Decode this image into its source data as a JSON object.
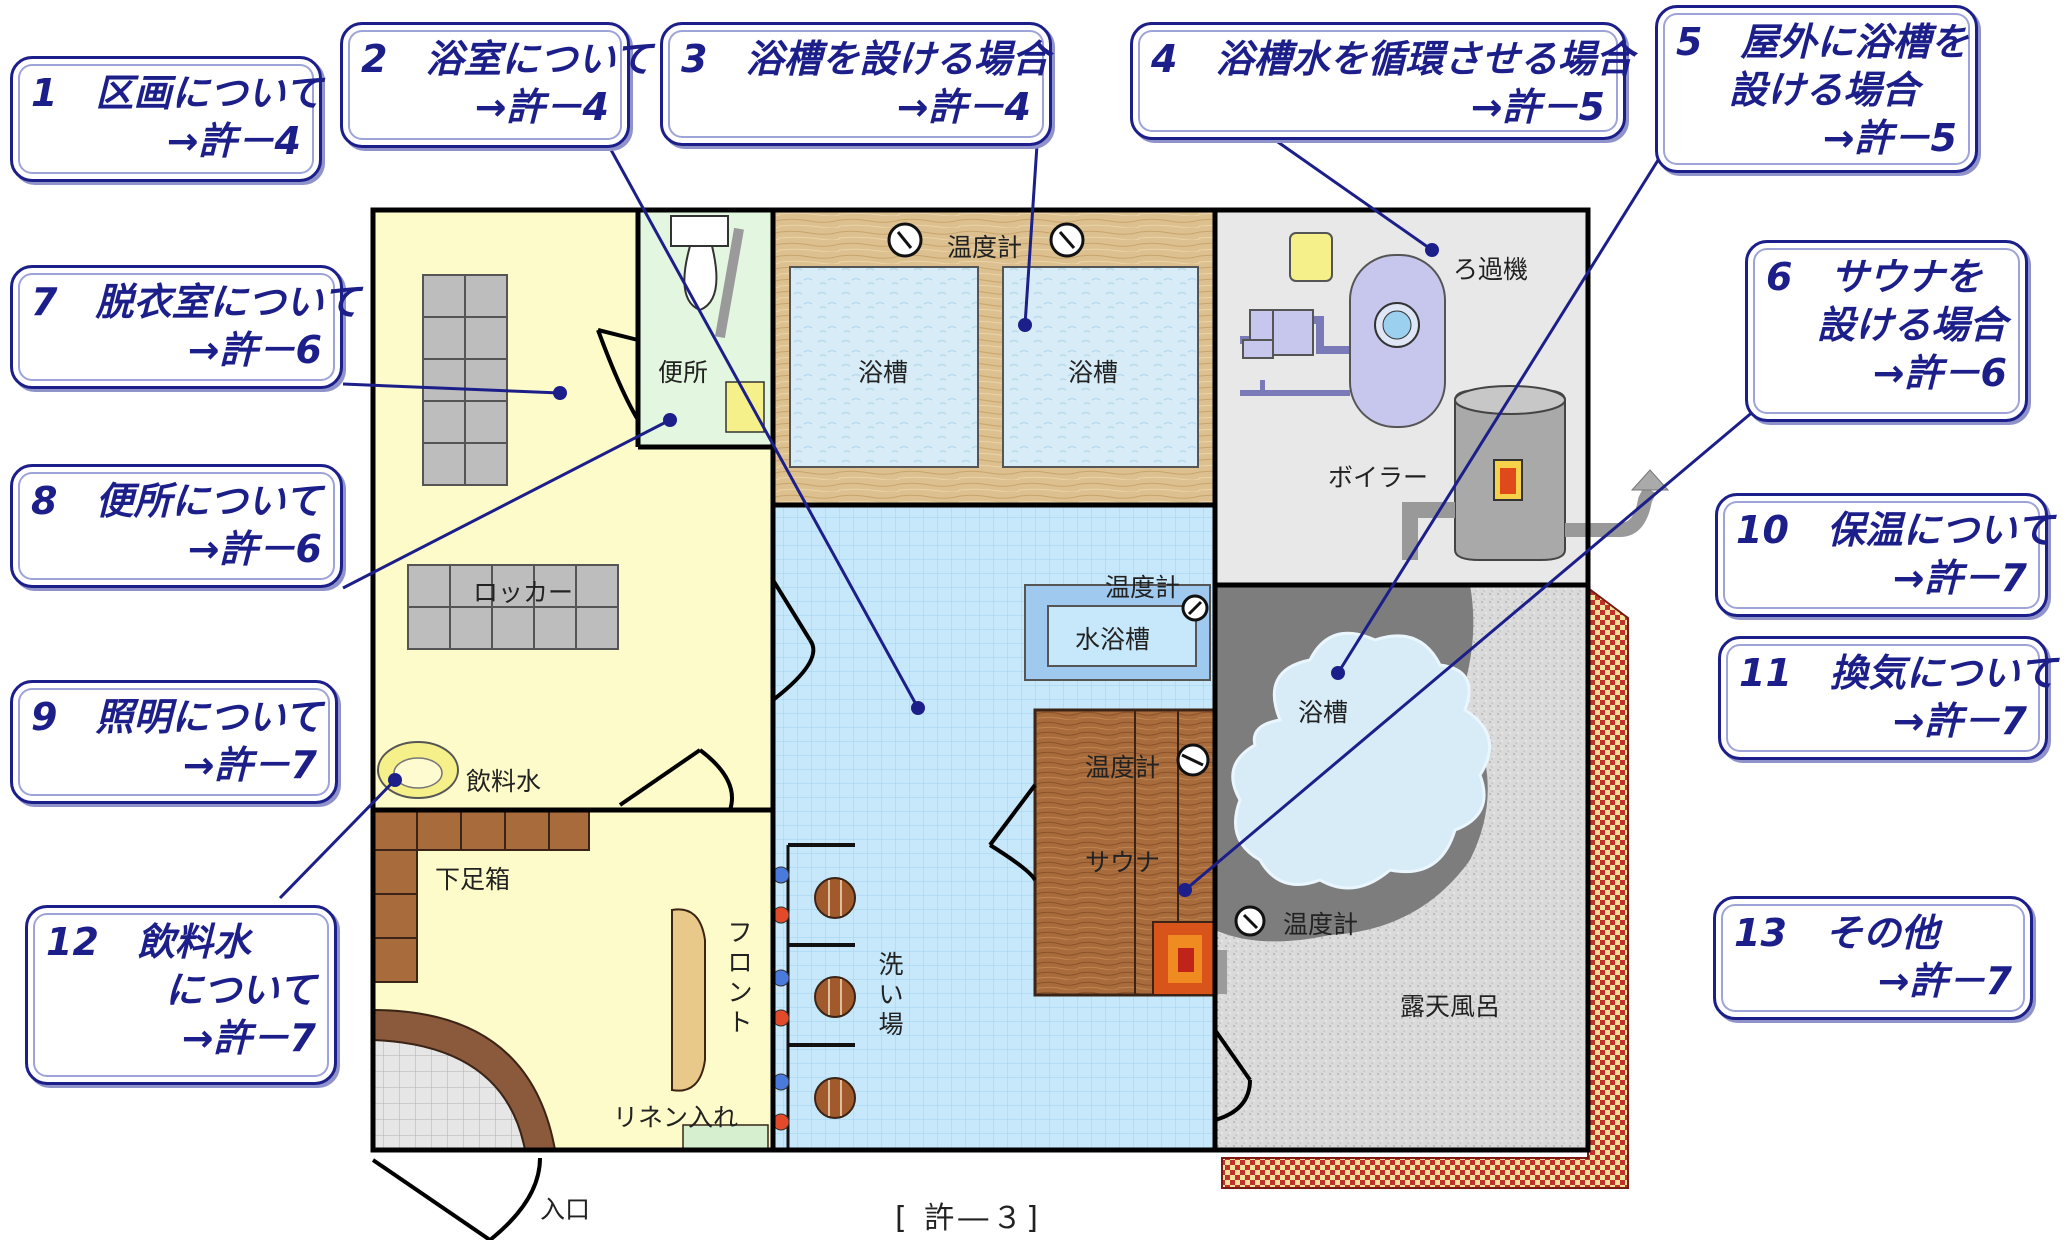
{
  "caption": "[ 許―３]",
  "callouts": [
    {
      "id": "1",
      "title": "1　区画について",
      "ref": "→許－4"
    },
    {
      "id": "2",
      "title": "2　浴室について",
      "ref": "→許－4"
    },
    {
      "id": "3",
      "title": "3　浴槽を設ける場合",
      "ref": "→許－4"
    },
    {
      "id": "4",
      "title": "4　浴槽水を循環させる場合",
      "ref": "→許－5"
    },
    {
      "id": "5",
      "title": "5　屋外に浴槽を",
      "title2": "設ける場合",
      "ref": "→許－5"
    },
    {
      "id": "6",
      "title": "6　サウナを",
      "title2": "設ける場合",
      "ref": "→許－6"
    },
    {
      "id": "7",
      "title": "7　脱衣室について",
      "ref": "→許－6"
    },
    {
      "id": "8",
      "title": "8　便所について",
      "ref": "→許－6"
    },
    {
      "id": "9",
      "title": "9　照明について",
      "ref": "→許－7"
    },
    {
      "id": "10",
      "title": "10　保温について",
      "ref": "→許－7"
    },
    {
      "id": "11",
      "title": "11　換気について",
      "ref": "→許－7"
    },
    {
      "id": "12",
      "title": "12　飲料水",
      "title2": "について",
      "ref": "→許－7"
    },
    {
      "id": "13",
      "title": "13　その他",
      "ref": "→許－7"
    }
  ],
  "rooms": {
    "toilet": "便所",
    "tub_left": "浴槽",
    "tub_right": "浴槽",
    "thermometer_top": "温度計",
    "filter": "ろ過機",
    "boiler": "ボイラー",
    "locker": "ロッカー",
    "drinking_water": "飲料水",
    "shoe_box": "下足箱",
    "front": "フロント",
    "linen": "リネン入れ",
    "entrance": "入口",
    "washing_area": "洗い場",
    "cold_bath": "水浴槽",
    "thermometer_cold": "温度計",
    "thermometer_sauna": "温度計",
    "sauna": "サウナ",
    "outdoor_tub": "浴槽",
    "thermometer_outdoor": "温度計",
    "open_air_bath": "露天風呂"
  },
  "colors": {
    "callout_border": "#1c1f8a",
    "leader_line": "#1c1f8a",
    "dressing_room": "#fdfbc9",
    "bath_floor": "#c7e8fb",
    "toilet": "#e3f6df",
    "wood": "#a66a3a",
    "machine_room": "#e8e8e8",
    "rock": "#808080",
    "gravel": "#dcdcdc"
  }
}
